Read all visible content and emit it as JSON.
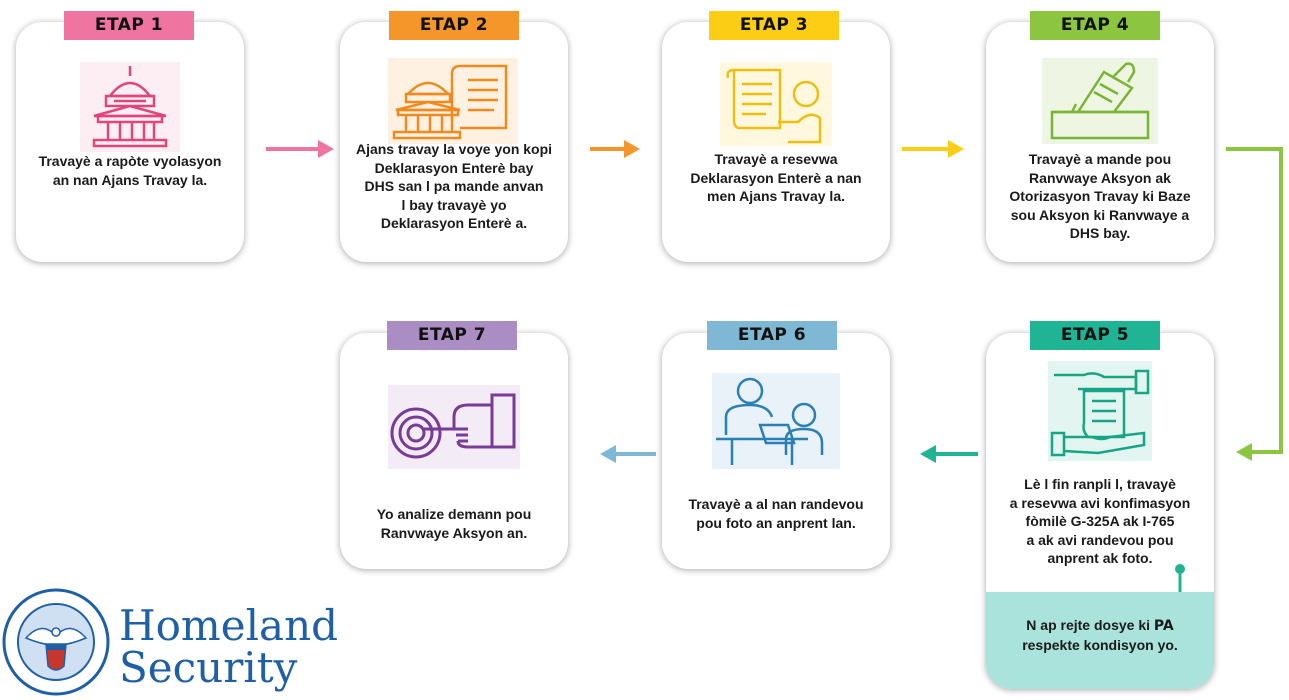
{
  "colors": {
    "step1": "#ef75a0",
    "step2": "#f4962a",
    "step3": "#fbcd14",
    "step4": "#8cc540",
    "step5": "#1fb493",
    "step6": "#7eb8d5",
    "step7": "#a98dc3",
    "note_bg": "#a9e3dc",
    "logo_blue": "#1f5fa6"
  },
  "steps": [
    {
      "tag": "ETAP 1",
      "icon": "capitol-building-icon",
      "text": "Travayè a rapòte vyolasyon\nan nan Ajans Travay la."
    },
    {
      "tag": "ETAP 2",
      "icon": "building-with-document-icon",
      "text": "Ajans travay la voye yon kopi\nDeklarasyon Enterè bay\nDHS san l pa mande anvan\nl bay travayè yo\nDeklarasyon Enterè a."
    },
    {
      "tag": "ETAP 3",
      "icon": "person-receiving-document-icon",
      "text": "Travayè a resevwa\nDeklarasyon Enterè a nan\nmen Ajans Travay la."
    },
    {
      "tag": "ETAP 4",
      "icon": "ballot-box-icon",
      "text": "Travayè a mande pou\nRanvwaye Aksyon ak\nOtorizasyon Travay ki Baze\nsou Aksyon ki Ranvwaye a\nDHS bay."
    },
    {
      "tag": "ETAP 5",
      "icon": "hands-passing-document-icon",
      "text": "Lè l fin ranpli l, travayè\na resevwa avi konfimasyon\nfòmilè G-325A ak I-765\na ak avi randevou pou\nanprent ak foto."
    },
    {
      "tag": "ETAP 6",
      "icon": "people-meeting-icon",
      "text": "Travayè a al nan randevou\npou foto an anprent lan."
    },
    {
      "tag": "ETAP 7",
      "icon": "hand-pressing-target-icon",
      "text": "Yo analize demann pou\nRanvwaye Aksyon an."
    }
  ],
  "note": {
    "before": "N ap rejte dosye ki ",
    "highlight": "PA",
    "after": "\nrespekte kondisyon yo."
  },
  "logo": {
    "line1": "Homeland",
    "line2": "Security"
  }
}
